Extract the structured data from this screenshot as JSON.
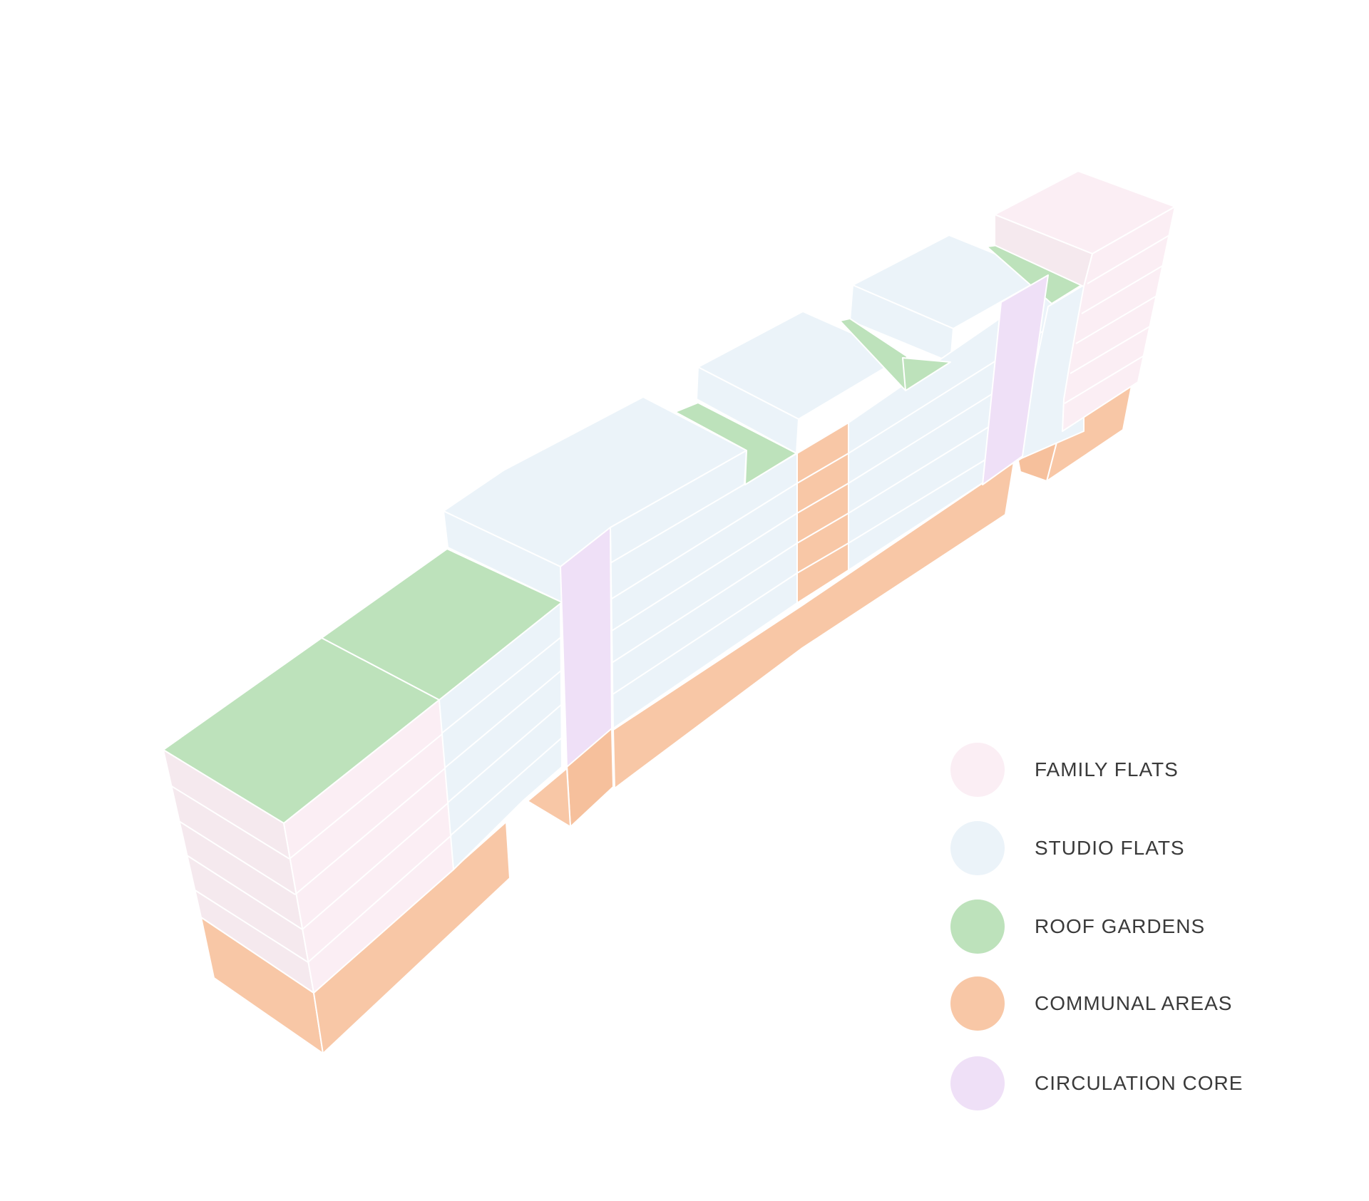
{
  "colors": {
    "family_flats": "#fbeef4",
    "family_flats_side": "#f5e9ee",
    "studio_flats": "#ebf3f9",
    "roof_gardens": "#bde2bb",
    "communal_areas": "#f8c7a6",
    "circulation_core": "#efe0f7",
    "stroke": "#ffffff"
  },
  "legend": [
    {
      "key": "family_flats",
      "label": "FAMILY FLATS",
      "color": "#fbeef4"
    },
    {
      "key": "studio_flats",
      "label": "STUDIO FLATS",
      "color": "#ebf3f9"
    },
    {
      "key": "roof_gardens",
      "label": "ROOF GARDENS",
      "color": "#bde2bb"
    },
    {
      "key": "communal_areas",
      "label": "COMMUNAL AREAS",
      "color": "#f8c7a6"
    },
    {
      "key": "circulation_core",
      "label": "CIRCULATION CORE",
      "color": "#efe0f7"
    }
  ]
}
